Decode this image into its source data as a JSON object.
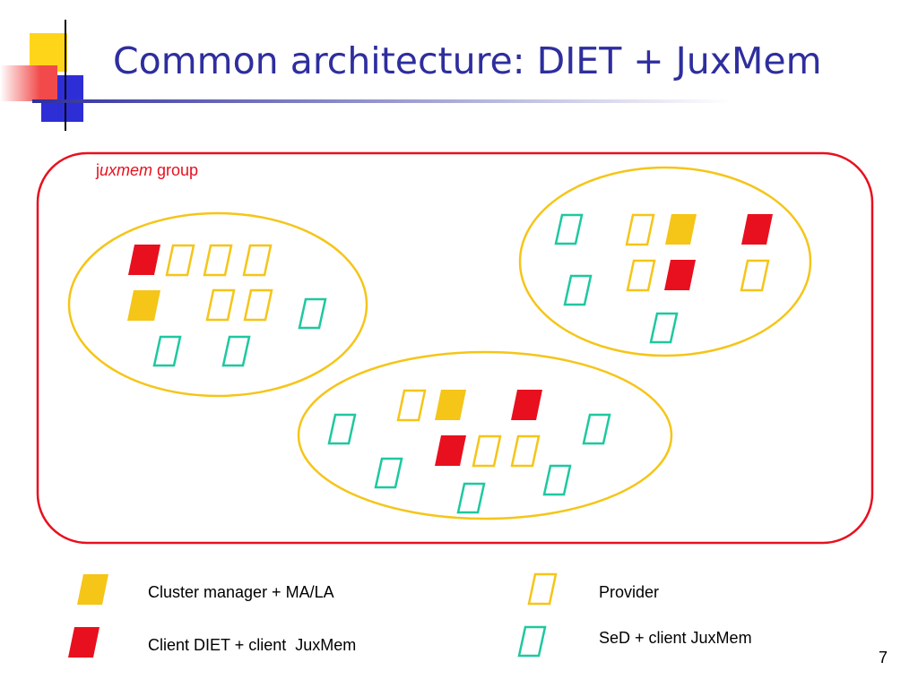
{
  "slide": {
    "title": "Common architecture: DIET + JuxMem",
    "page_number": "7"
  },
  "group": {
    "label_prefix": "j",
    "label_emphasis": "uxmem",
    "label_suffix": " group"
  },
  "legend": {
    "cluster_manager": "Cluster manager + MA/LA",
    "client": "Client DIET + client  JuxMem",
    "provider": "Provider",
    "sed": "SeD + client JuxMem"
  },
  "colors": {
    "title": "#2e2e9e",
    "group_border": "#e8101e",
    "cluster_border": "#f5c518",
    "cluster_manager": "#f5c518",
    "client": "#e8101e",
    "provider": "#f5c518",
    "sed": "#1ec8a0"
  },
  "icons": {
    "cluster_manager": "filled-parallelogram-icon",
    "client": "filled-parallelogram-icon",
    "provider": "outlined-parallelogram-icon",
    "sed": "outlined-parallelogram-icon"
  }
}
